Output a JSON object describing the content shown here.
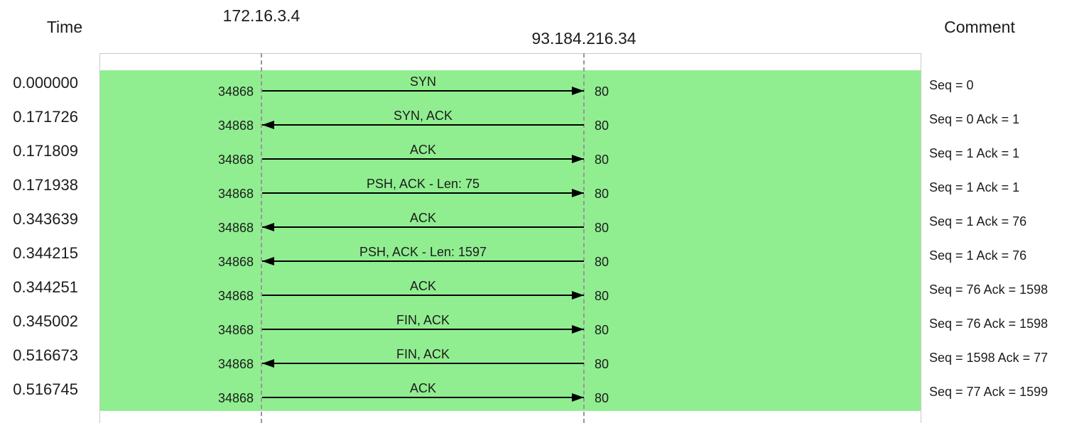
{
  "header": {
    "time": "Time",
    "left_host": "172.16.3.4",
    "right_host": "93.184.216.34",
    "comment": "Comment"
  },
  "colors": {
    "band": "#90ee90",
    "band_border": "#c9c9c9",
    "lifeline": "#979797",
    "arrow": "#000000",
    "text": "#1c1c1c"
  },
  "flow": {
    "rows": [
      {
        "time": "0.000000",
        "left_port": "34868",
        "right_port": "80",
        "label": "SYN",
        "direction": "right",
        "comment": "Seq = 0"
      },
      {
        "time": "0.171726",
        "left_port": "34868",
        "right_port": "80",
        "label": "SYN, ACK",
        "direction": "left",
        "comment": "Seq = 0 Ack = 1"
      },
      {
        "time": "0.171809",
        "left_port": "34868",
        "right_port": "80",
        "label": "ACK",
        "direction": "right",
        "comment": "Seq = 1 Ack = 1"
      },
      {
        "time": "0.171938",
        "left_port": "34868",
        "right_port": "80",
        "label": "PSH, ACK - Len: 75",
        "direction": "right",
        "comment": "Seq = 1 Ack = 1"
      },
      {
        "time": "0.343639",
        "left_port": "34868",
        "right_port": "80",
        "label": "ACK",
        "direction": "left",
        "comment": "Seq = 1 Ack = 76"
      },
      {
        "time": "0.344215",
        "left_port": "34868",
        "right_port": "80",
        "label": "PSH, ACK - Len: 1597",
        "direction": "left",
        "comment": "Seq = 1 Ack = 76"
      },
      {
        "time": "0.344251",
        "left_port": "34868",
        "right_port": "80",
        "label": "ACK",
        "direction": "right",
        "comment": "Seq = 76 Ack = 1598"
      },
      {
        "time": "0.345002",
        "left_port": "34868",
        "right_port": "80",
        "label": "FIN, ACK",
        "direction": "right",
        "comment": "Seq = 76 Ack = 1598"
      },
      {
        "time": "0.516673",
        "left_port": "34868",
        "right_port": "80",
        "label": "FIN, ACK",
        "direction": "left",
        "comment": "Seq = 1598 Ack = 77"
      },
      {
        "time": "0.516745",
        "left_port": "34868",
        "right_port": "80",
        "label": "ACK",
        "direction": "right",
        "comment": "Seq = 77 Ack = 1599"
      }
    ]
  }
}
